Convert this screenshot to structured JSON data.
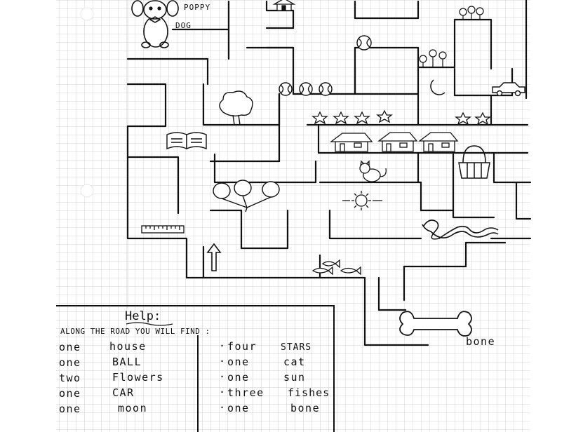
{
  "labels": {
    "dog_name_line1": "POPPY",
    "dog_name_line2": "DOG",
    "bone": "bone"
  },
  "help": {
    "title": "Help:",
    "intro": "ALONG THE ROAD YOU WILL FIND :",
    "left_items": [
      {
        "qty": "one",
        "item": "house"
      },
      {
        "qty": "one",
        "item": "BALL"
      },
      {
        "qty": "two",
        "item": "Flowers"
      },
      {
        "qty": "one",
        "item": "CAR"
      },
      {
        "qty": "one",
        "item": "moon"
      }
    ],
    "right_items": [
      {
        "qty": "four",
        "item": "STARS"
      },
      {
        "qty": "one",
        "item": "cat"
      },
      {
        "qty": "one",
        "item": "sun"
      },
      {
        "qty": "three",
        "item": "fishes"
      },
      {
        "qty": "one",
        "item": "bone"
      }
    ]
  },
  "icons": [
    "dog-icon",
    "house-icon",
    "ball-icon",
    "flowers-icon",
    "car-icon",
    "moon-icon",
    "star-icon",
    "cat-icon",
    "sun-icon",
    "fish-icon",
    "bone-icon",
    "tree-icon",
    "book-icon",
    "balloons-icon",
    "ruler-icon",
    "arrow-up-icon",
    "snake-icon",
    "basket-icon"
  ]
}
